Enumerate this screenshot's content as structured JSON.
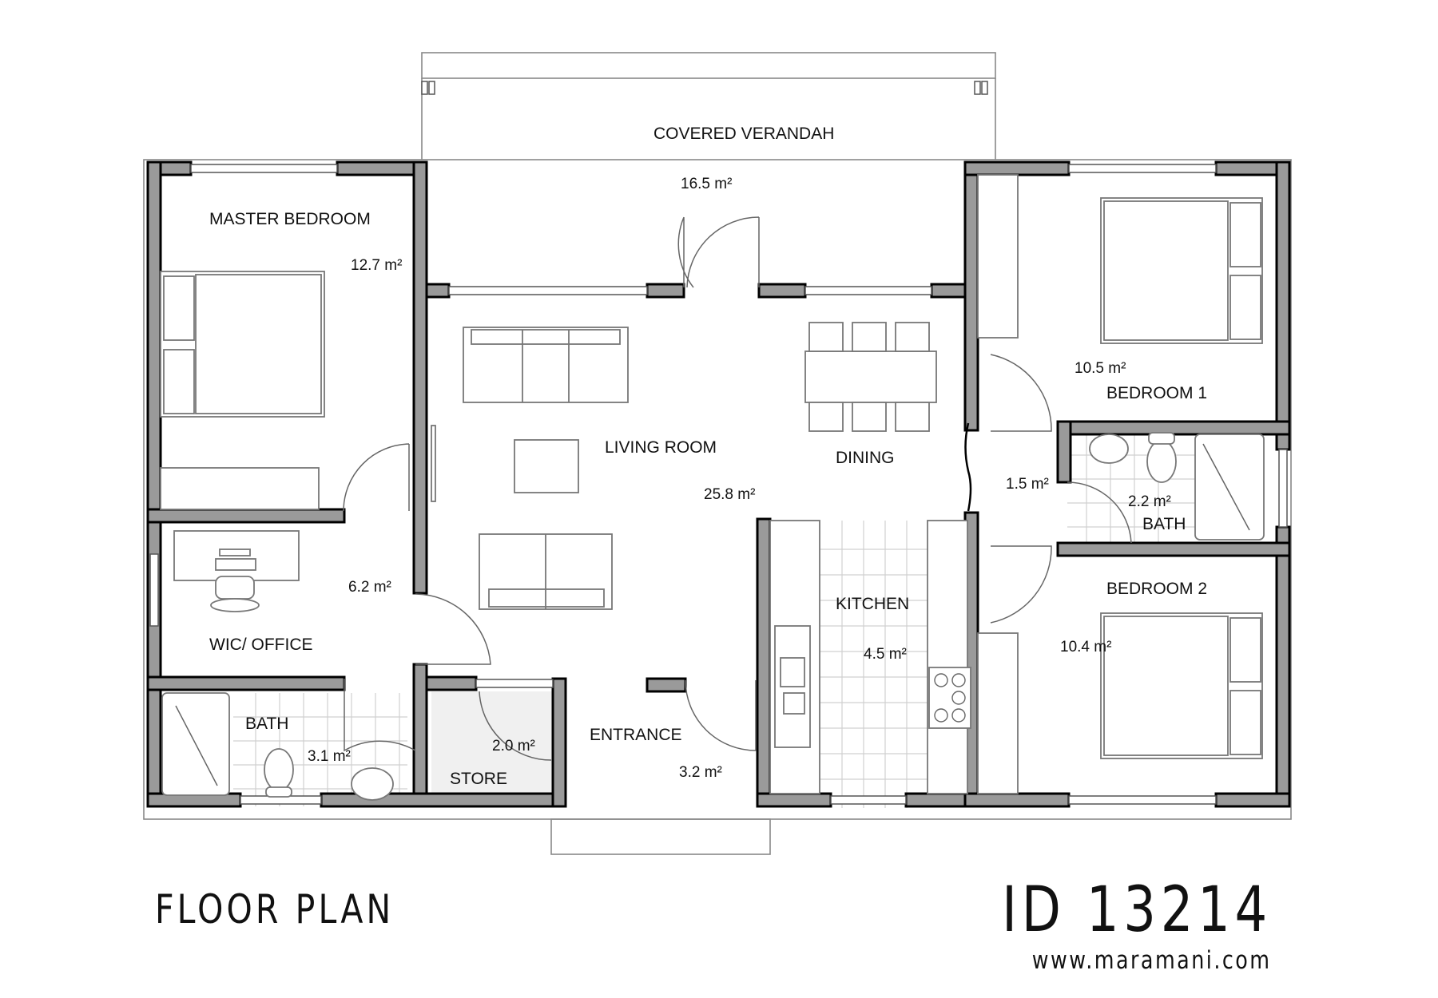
{
  "plan": {
    "title": "FLOOR PLAN",
    "plan_id": "ID 13214",
    "website": "www.maramani.com"
  },
  "rooms": {
    "covered_verandah": {
      "label": "COVERED VERANDAH",
      "area": "16.5 m²"
    },
    "master_bedroom": {
      "label": "MASTER BEDROOM",
      "area": "12.7 m²"
    },
    "living_room": {
      "label": "LIVING ROOM",
      "area": "25.8 m²"
    },
    "dining": {
      "label": "DINING"
    },
    "bedroom_1": {
      "label": "BEDROOM 1",
      "area": "10.5 m²"
    },
    "hallway": {
      "area": "1.5 m²"
    },
    "bath_shared": {
      "label": "BATH",
      "area": "2.2 m²"
    },
    "bedroom_2": {
      "label": "BEDROOM 2",
      "area": "10.4 m²"
    },
    "wic_office": {
      "label": "WIC/ OFFICE",
      "area": "6.2 m²"
    },
    "kitchen": {
      "label": "KITCHEN",
      "area": "4.5 m²"
    },
    "bath_master": {
      "label": "BATH",
      "area": "3.1 m²"
    },
    "store": {
      "label": "STORE",
      "area": "2.0 m²"
    },
    "entrance": {
      "label": "ENTRANCE",
      "area": "3.2 m²"
    }
  },
  "colors": {
    "wall_fill": "#9a9a9a",
    "wall_outline": "#000000",
    "store_fill": "#f0f0f0",
    "background": "#ffffff"
  }
}
